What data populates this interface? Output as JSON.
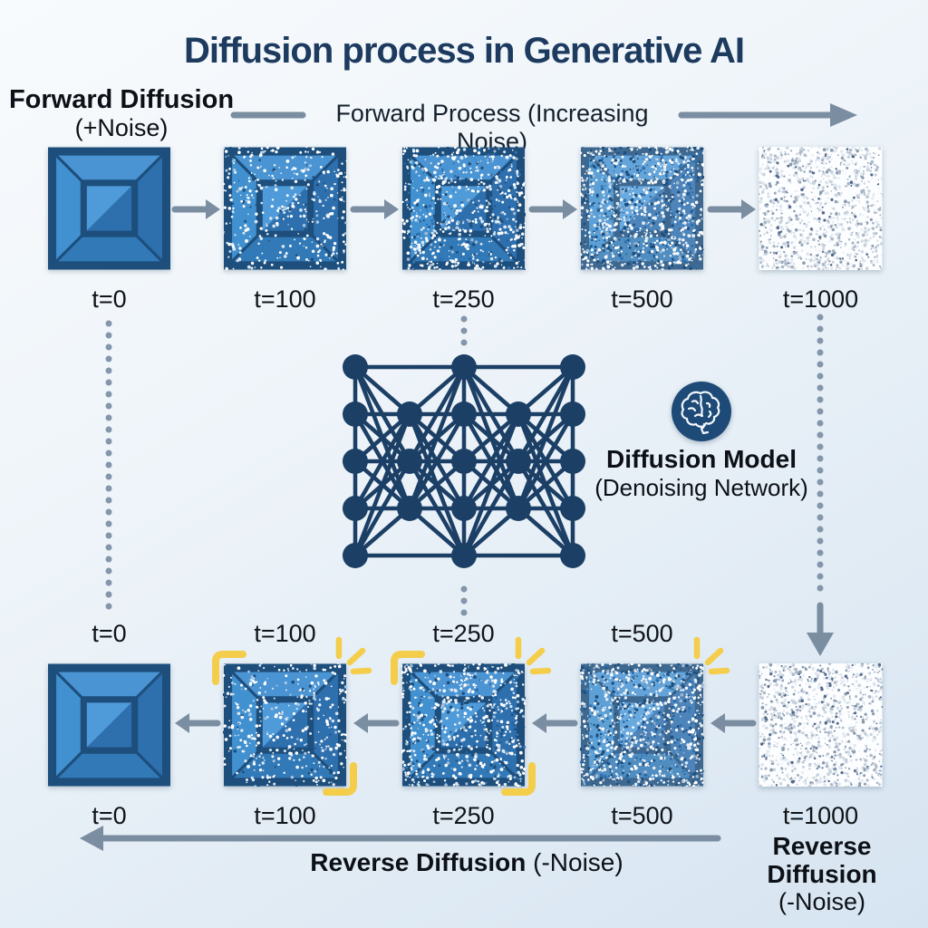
{
  "title": "Diffusion process in Generative AI",
  "forward": {
    "heading": "Forward Diffusion",
    "heading_sub": "(+Noise)",
    "process_label": "Forward Process (Increasing Noise)",
    "stages": [
      {
        "t": "t=0",
        "noise": 0,
        "palette": "light"
      },
      {
        "t": "t=100",
        "noise": 0.28,
        "palette": "light"
      },
      {
        "t": "t=250",
        "noise": 0.55,
        "palette": "mid"
      },
      {
        "t": "t=500",
        "noise": 0.85,
        "palette": "heavy"
      },
      {
        "t": "t=1000",
        "noise": 1,
        "palette": "full"
      }
    ]
  },
  "model": {
    "heading": "Diffusion Model",
    "heading_sub": "(Denoising Network)",
    "icon": "brain-icon",
    "network": {
      "columns": [
        5,
        3,
        5,
        3,
        5
      ]
    }
  },
  "reverse": {
    "process_label_bold": "Reverse Diffusion",
    "process_label_rest": " (-Noise)",
    "side_label": "Reverse Diffusion",
    "side_label_sub": "(-Noise)",
    "top_labels": [
      "t=0",
      "t=100",
      "t=250",
      "t=500"
    ],
    "stages": [
      {
        "t": "t=0",
        "noise": 0,
        "palette": "light",
        "highlight": false,
        "sparkle": false
      },
      {
        "t": "t=100",
        "noise": 0.3,
        "palette": "light",
        "highlight": true,
        "sparkle": true
      },
      {
        "t": "t=250",
        "noise": 0.6,
        "palette": "mid",
        "highlight": true,
        "sparkle": true
      },
      {
        "t": "t=500",
        "noise": 0.88,
        "palette": "heavy",
        "highlight": false,
        "sparkle": true
      },
      {
        "t": "t=1000",
        "noise": 1,
        "palette": "full",
        "highlight": false,
        "sparkle": false
      }
    ]
  },
  "colors": {
    "background_top": "#f8fbfd",
    "background_bottom": "#d6e4f1",
    "title": "#1d3a5f",
    "text": "#101418",
    "arrow": "#7a8da1",
    "dotted": "#8496ab",
    "highlight_yellow": "#f4cd4b",
    "network": "#1c3f66",
    "brain_badge": "#1d4a77",
    "noise_bg": "#fcfdff",
    "gem": {
      "border": "#1d4e7c",
      "top": "#4a94d3",
      "left": "#4190cf",
      "right": "#2e6fae",
      "bottom": "#3279b7",
      "inner_light": "#4f9bd9",
      "inner_dark": "#2e6fae"
    },
    "palettes": {
      "light": [
        [
          "#ffffff",
          6
        ],
        [
          "#d8e7f4",
          2
        ],
        [
          "#a9c7e2",
          1
        ],
        [
          "#1d4e7c",
          1
        ]
      ],
      "mid": [
        [
          "#ffffff",
          5
        ],
        [
          "#d8e7f4",
          2
        ],
        [
          "#9fb9d2",
          1
        ],
        [
          "#1d4e7c",
          2
        ],
        [
          "#2e6fae",
          1
        ]
      ],
      "heavy": [
        [
          "#ffffff",
          4
        ],
        [
          "#e4edf5",
          2
        ],
        [
          "#9fb9d2",
          1
        ],
        [
          "#1d4e7c",
          3
        ],
        [
          "#2e6fae",
          2
        ]
      ],
      "full": [
        [
          "#ffffff",
          3
        ],
        [
          "#dfe6ee",
          3
        ],
        [
          "#c7d2dd",
          3
        ],
        [
          "#aab8c7",
          2
        ],
        [
          "#8b9cb0",
          2
        ],
        [
          "#51688a",
          1
        ]
      ]
    }
  }
}
